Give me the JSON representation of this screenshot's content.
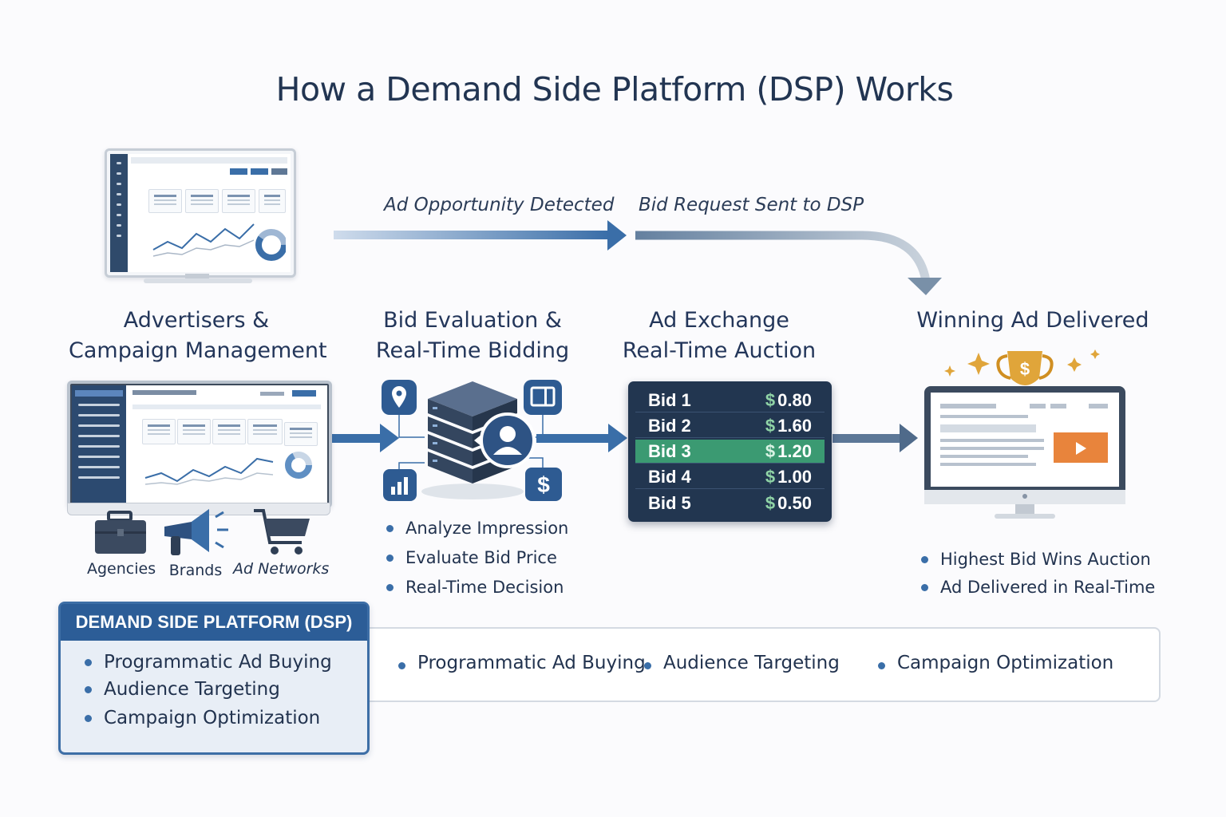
{
  "title": "How a Demand Side Platform (DSP) Works",
  "flow_labels": {
    "ad_opportunity": "Ad Opportunity Detected",
    "bid_request": "Bid Request Sent to DSP"
  },
  "stages": {
    "advertisers": {
      "line1": "Advertisers &",
      "line2": "Campaign Management"
    },
    "bidding": {
      "line1": "Bid Evaluation &",
      "line2": "Real-Time Bidding",
      "bullets": [
        "Analyze Impression",
        "Evaluate Bid Price",
        "Real-Time Decision"
      ]
    },
    "exchange": {
      "line1": "Ad Exchange",
      "line2": "Real-Time Auction",
      "bids": [
        {
          "label": "Bid 1",
          "currency": "$",
          "amount": "0.80"
        },
        {
          "label": "Bid 2",
          "currency": "$",
          "amount": "1.60"
        },
        {
          "label": "Bid 3",
          "currency": "$",
          "amount": "1.20"
        },
        {
          "label": "Bid 4",
          "currency": "$",
          "amount": "1.00"
        },
        {
          "label": "Bid 5",
          "currency": "$",
          "amount": "0.50"
        }
      ],
      "highlighted_bid": "Bid 3"
    },
    "delivered": {
      "title": "Winning Ad Delivered",
      "bullets": [
        "Highest Bid Wins Auction",
        "Ad Delivered in Real-Time"
      ]
    }
  },
  "buyer_types": [
    "Agencies",
    "Brands",
    "Ad Networks"
  ],
  "dsp_panel": {
    "header": "DEMAND SIDE PLATFORM (DSP)",
    "bullets": [
      "Programmatic Ad Buying",
      "Audience Targeting",
      "Campaign Optimization"
    ]
  },
  "feature_strip": [
    "Programmatic Ad Buying",
    "Audience Targeting",
    "Campaign Optimization"
  ],
  "colors": {
    "primary_blue": "#2c5d97",
    "navy": "#223650",
    "winning_green": "#3b9a72",
    "gold": "#e0a53a",
    "video_orange": "#e8843c"
  }
}
